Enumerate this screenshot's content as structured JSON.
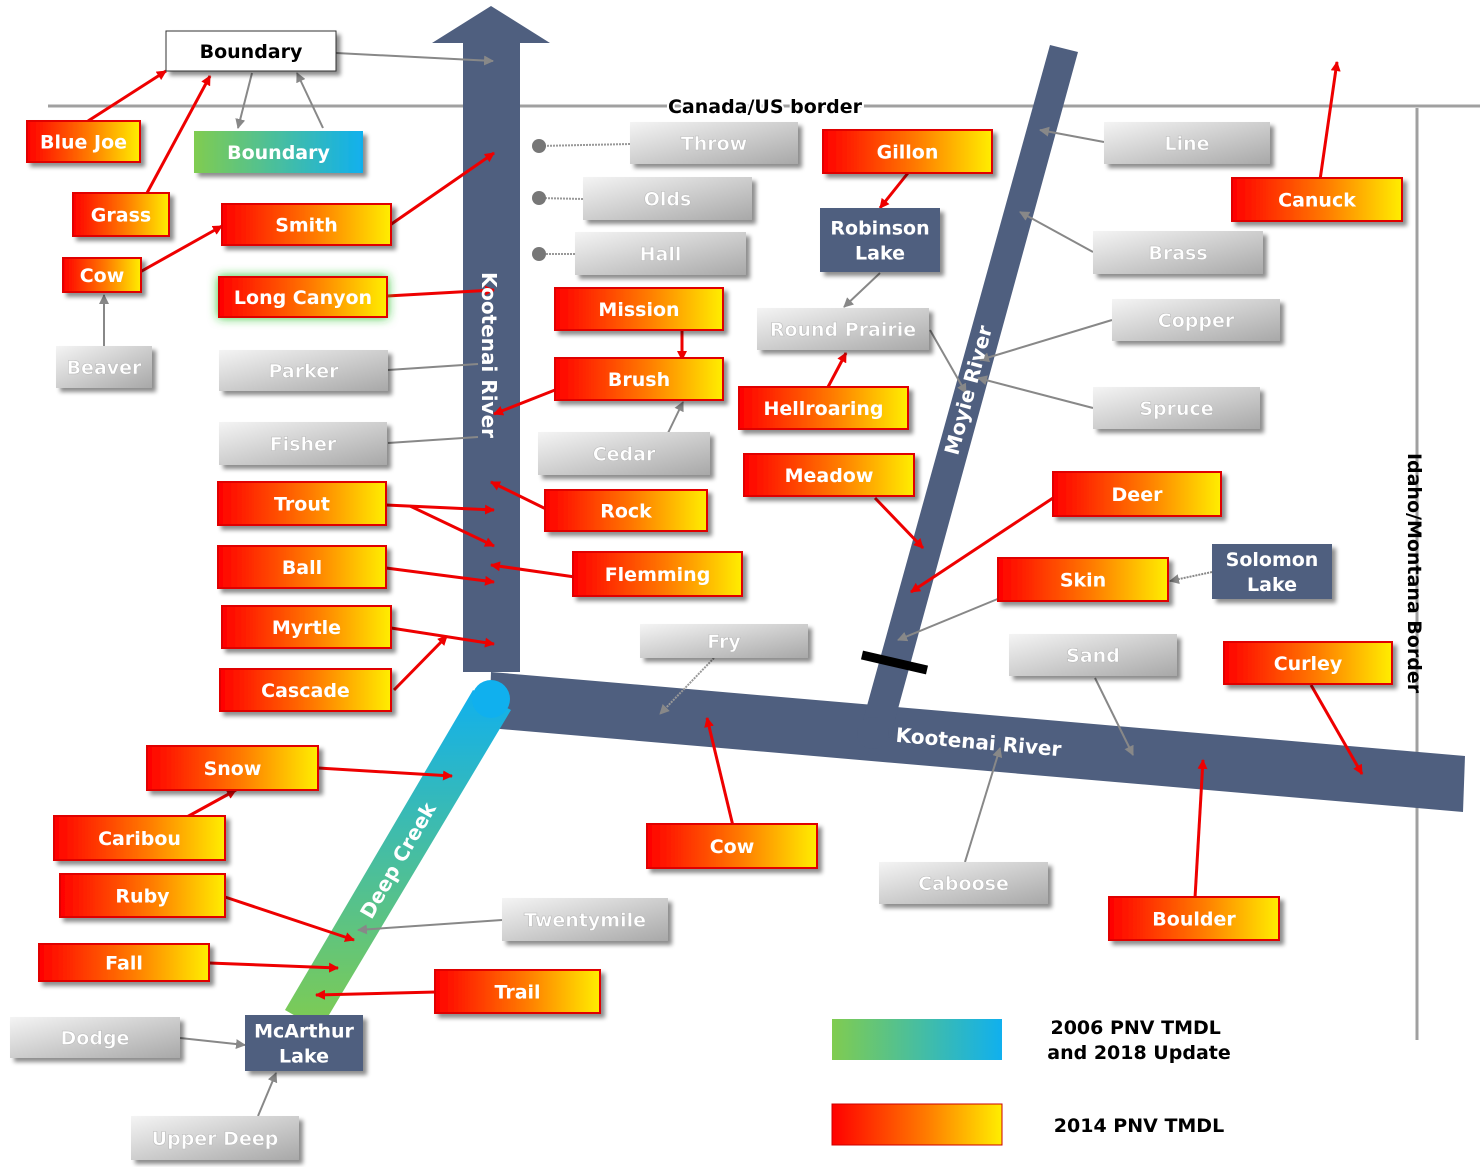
{
  "borders": {
    "canada_us": "Canada/US border",
    "idaho_montana": "Idaho/Montana Border"
  },
  "rivers": {
    "kootenai_vertical": "Kootenai River",
    "kootenai_horizontal": "Kootenai River",
    "moyie": "Moyie River",
    "deep_creek": "Deep Creek"
  },
  "legend": {
    "item_2006": "2006 PNV TMDL\nand 2018 Update",
    "item_2014": "2014 PNV TMDL"
  },
  "colors": {
    "river": "#4f5f7f",
    "tmdl_2014_start": "#ff0000",
    "tmdl_2014_end": "#ffee00",
    "tmdl_2006_start": "#80cc50",
    "tmdl_2006_end": "#10b0ee",
    "not_assessed": "#d0d0d0",
    "lake": "#4f5f7f"
  },
  "nodes": [
    {
      "id": "boundary_top",
      "label": "Boundary",
      "kind": "white"
    },
    {
      "id": "blue_joe",
      "label": "Blue Joe",
      "kind": "red"
    },
    {
      "id": "boundary_2006",
      "label": "Boundary",
      "kind": "green"
    },
    {
      "id": "grass",
      "label": "Grass",
      "kind": "red"
    },
    {
      "id": "smith",
      "label": "Smith",
      "kind": "red"
    },
    {
      "id": "cow_nw",
      "label": "Cow",
      "kind": "red"
    },
    {
      "id": "long_canyon",
      "label": "Long Canyon",
      "kind": "red"
    },
    {
      "id": "beaver",
      "label": "Beaver",
      "kind": "gray"
    },
    {
      "id": "parker",
      "label": "Parker",
      "kind": "gray"
    },
    {
      "id": "fisher",
      "label": "Fisher",
      "kind": "gray"
    },
    {
      "id": "trout",
      "label": "Trout",
      "kind": "red"
    },
    {
      "id": "ball",
      "label": "Ball",
      "kind": "red"
    },
    {
      "id": "myrtle",
      "label": "Myrtle",
      "kind": "red"
    },
    {
      "id": "cascade",
      "label": "Cascade",
      "kind": "red"
    },
    {
      "id": "throw",
      "label": "Throw",
      "kind": "gray"
    },
    {
      "id": "olds",
      "label": "Olds",
      "kind": "gray"
    },
    {
      "id": "hall",
      "label": "Hall",
      "kind": "gray"
    },
    {
      "id": "mission",
      "label": "Mission",
      "kind": "red"
    },
    {
      "id": "brush",
      "label": "Brush",
      "kind": "red"
    },
    {
      "id": "cedar",
      "label": "Cedar",
      "kind": "gray"
    },
    {
      "id": "rock",
      "label": "Rock",
      "kind": "red"
    },
    {
      "id": "flemming",
      "label": "Flemming",
      "kind": "red"
    },
    {
      "id": "gillon",
      "label": "Gillon",
      "kind": "red"
    },
    {
      "id": "robinson",
      "label": "Robinson\nLake",
      "kind": "lake"
    },
    {
      "id": "round_prairie",
      "label": "Round Prairie",
      "kind": "gray"
    },
    {
      "id": "hellroaring",
      "label": "Hellroaring",
      "kind": "red"
    },
    {
      "id": "meadow",
      "label": "Meadow",
      "kind": "red"
    },
    {
      "id": "fry",
      "label": "Fry",
      "kind": "gray"
    },
    {
      "id": "line",
      "label": "Line",
      "kind": "gray"
    },
    {
      "id": "brass",
      "label": "Brass",
      "kind": "gray"
    },
    {
      "id": "copper",
      "label": "Copper",
      "kind": "gray"
    },
    {
      "id": "spruce",
      "label": "Spruce",
      "kind": "gray"
    },
    {
      "id": "canuck",
      "label": "Canuck",
      "kind": "red"
    },
    {
      "id": "deer",
      "label": "Deer",
      "kind": "red"
    },
    {
      "id": "skin",
      "label": "Skin",
      "kind": "red"
    },
    {
      "id": "solomon",
      "label": "Solomon\nLake",
      "kind": "lake"
    },
    {
      "id": "sand",
      "label": "Sand",
      "kind": "gray"
    },
    {
      "id": "curley",
      "label": "Curley",
      "kind": "red"
    },
    {
      "id": "snow",
      "label": "Snow",
      "kind": "red"
    },
    {
      "id": "caribou",
      "label": "Caribou",
      "kind": "red"
    },
    {
      "id": "ruby",
      "label": "Ruby",
      "kind": "red"
    },
    {
      "id": "fall",
      "label": "Fall",
      "kind": "red"
    },
    {
      "id": "trail",
      "label": "Trail",
      "kind": "red"
    },
    {
      "id": "twentymile",
      "label": "Twentymile",
      "kind": "gray"
    },
    {
      "id": "dodge",
      "label": "Dodge",
      "kind": "gray"
    },
    {
      "id": "mcarthur",
      "label": "McArthur\nLake",
      "kind": "lake"
    },
    {
      "id": "upper_deep",
      "label": "Upper Deep",
      "kind": "gray"
    },
    {
      "id": "cow_south",
      "label": "Cow",
      "kind": "red"
    },
    {
      "id": "caboose",
      "label": "Caboose",
      "kind": "gray"
    },
    {
      "id": "boulder",
      "label": "Boulder",
      "kind": "red"
    }
  ]
}
